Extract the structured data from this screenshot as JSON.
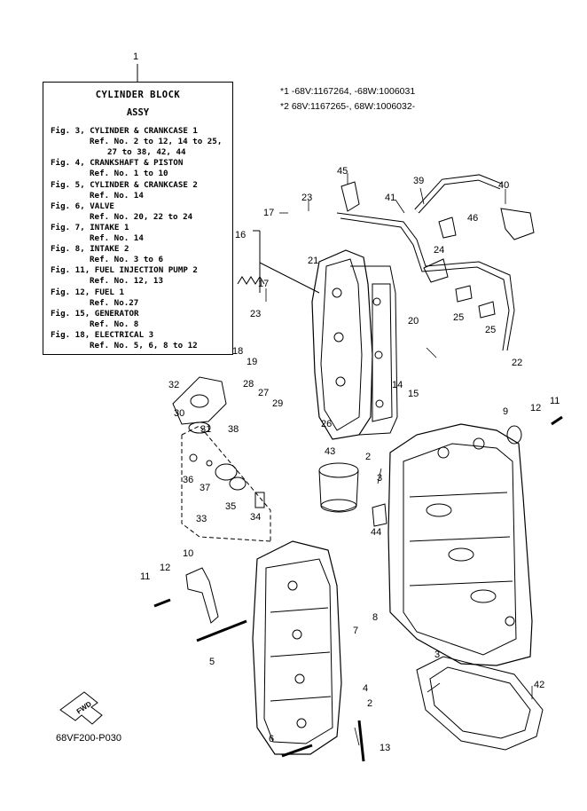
{
  "info_box": {
    "ref": "1",
    "title": "CYLINDER BLOCK",
    "subtitle": "ASSY",
    "lines": [
      "Fig. 3, CYLINDER & CRANKCASE 1",
      "Ref. No. 2 to 12, 14 to 25,",
      "27 to 38, 42, 44",
      "Fig. 4, CRANKSHAFT & PISTON",
      "Ref. No. 1 to 10",
      "Fig. 5, CYLINDER & CRANKCASE 2",
      "Ref. No. 14",
      "Fig. 6, VALVE",
      "Ref. No. 20, 22 to 24",
      "Fig. 7, INTAKE 1",
      "Ref. No. 14",
      "Fig. 8, INTAKE 2",
      "Ref. No. 3 to 6",
      "Fig. 11, FUEL INJECTION PUMP 2",
      "Ref. No. 12, 13",
      "Fig. 12, FUEL 1",
      "Ref. No.27",
      "Fig. 15, GENERATOR",
      "Ref. No. 8",
      "Fig. 18, ELECTRICAL 3",
      "Ref. No. 5, 6, 8 to 12"
    ]
  },
  "notes": [
    "*1  -68V:1167264, -68W:1006031",
    "*2  68V:1167265-, 68W:1006032-"
  ],
  "fwd_label": "FWD",
  "diagram_code": "68VF200-P030",
  "callouts": [
    "45",
    "23",
    "17",
    "16",
    "21",
    "17",
    "23",
    "18",
    "19",
    "20",
    "39",
    "41",
    "40",
    "46",
    "24",
    "25",
    "25",
    "22",
    "14",
    "15",
    "32",
    "28",
    "27",
    "29",
    "26",
    "30",
    "31",
    "38",
    "36",
    "37",
    "35",
    "34",
    "33",
    "43",
    "2",
    "3",
    "44",
    "9",
    "12",
    "11",
    "10",
    "12",
    "11",
    "5",
    "7",
    "8",
    "3",
    "4",
    "2",
    "42",
    "6",
    "13"
  ]
}
